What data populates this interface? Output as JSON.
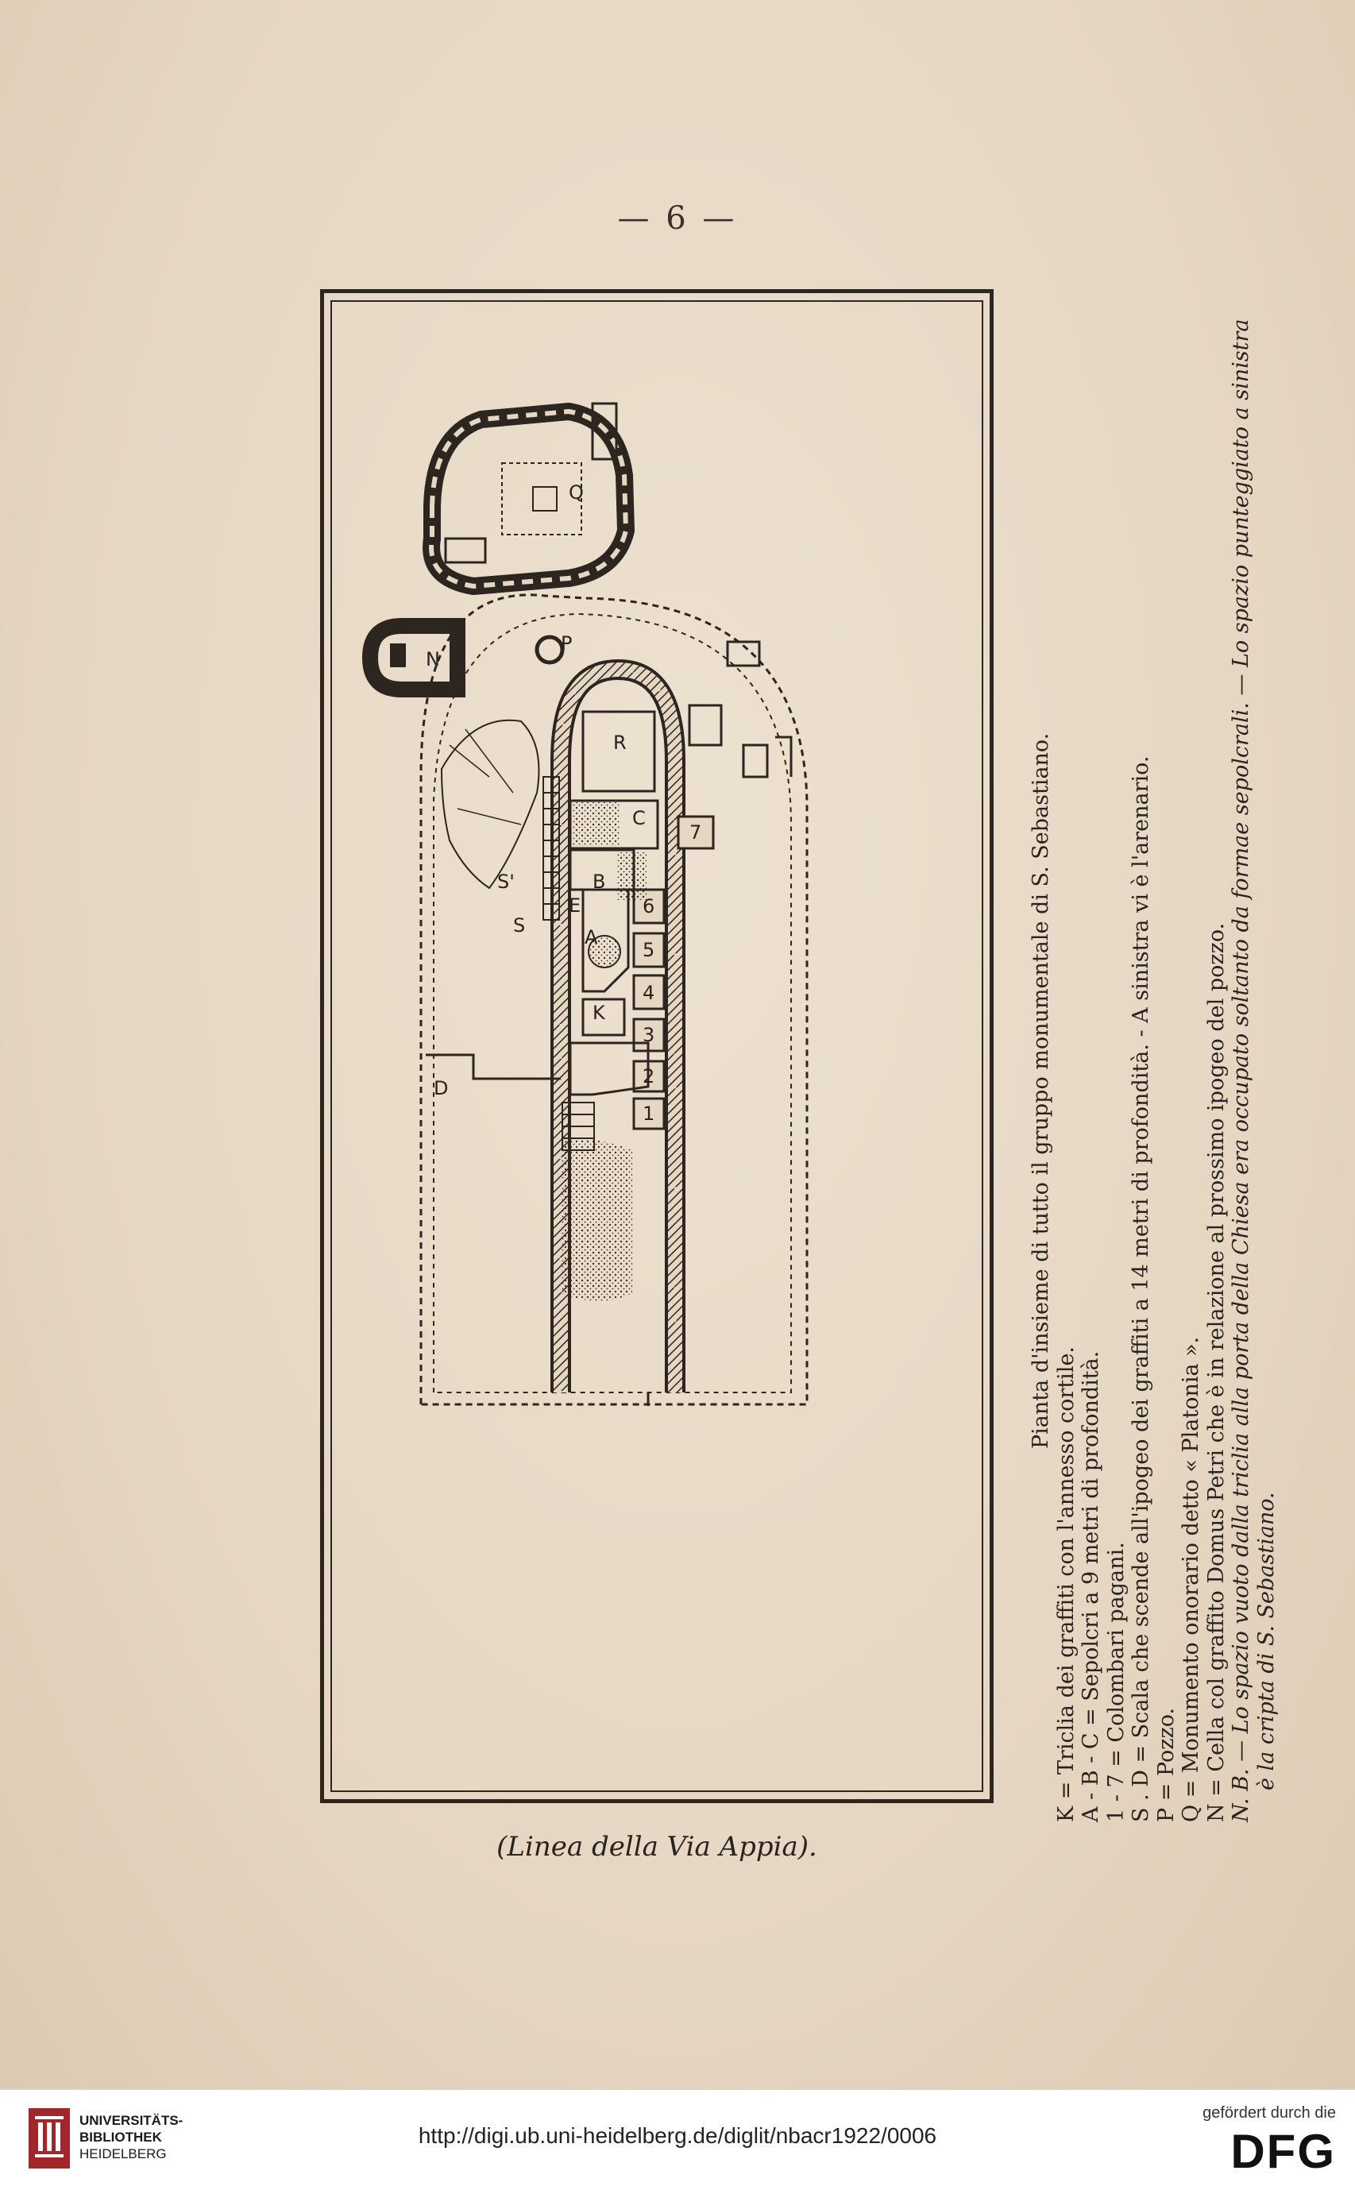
{
  "page": {
    "number": "— 6 —",
    "caption": "(Linea della Via Appia)."
  },
  "plan_labels": [
    "Q",
    "N",
    "P",
    "R",
    "C",
    "B",
    "A",
    "K",
    "E",
    "S",
    "S'",
    "D",
    "1",
    "2",
    "3",
    "4",
    "5",
    "6",
    "7"
  ],
  "legend": {
    "title": "Pianta d'insieme di tutto il gruppo monumentale di S. Sebastiano.",
    "lines": [
      "K = Triclia dei graffiti con l'annesso cortile.",
      "A - B - C = Sepolcri a 9 metri di profondità.",
      "1 - 7 = Colombari pagani.",
      "S . D = Scala che scende all'ipogeo dei graffiti a 14 metri di profondità. - A sinistra vi è l'arenario.",
      "P = Pozzo.",
      "Q = Monumento onorario detto « Platonia ».",
      "N = Cella col graffito Domus Petri che è in relazione al prossimo ipogeo del pozzo."
    ],
    "nb_1": "N. B. — Lo spazio vuoto dalla triclia alla porta della Chiesa era occupato soltanto da formae sepolcrali. — Lo spazio punteggiato a sinistra",
    "nb_2": "è la cripta di S. Sebastiano."
  },
  "footer": {
    "institution_line1": "UNIVERSITÄTS-",
    "institution_line2": "BIBLIOTHEK",
    "institution_line3": "HEIDELBERG",
    "url": "http://digi.ub.uni-heidelberg.de/diglit/nbacr1922/0006",
    "sponsor_note": "gefördert durch die",
    "sponsor_logo": "DFG"
  }
}
